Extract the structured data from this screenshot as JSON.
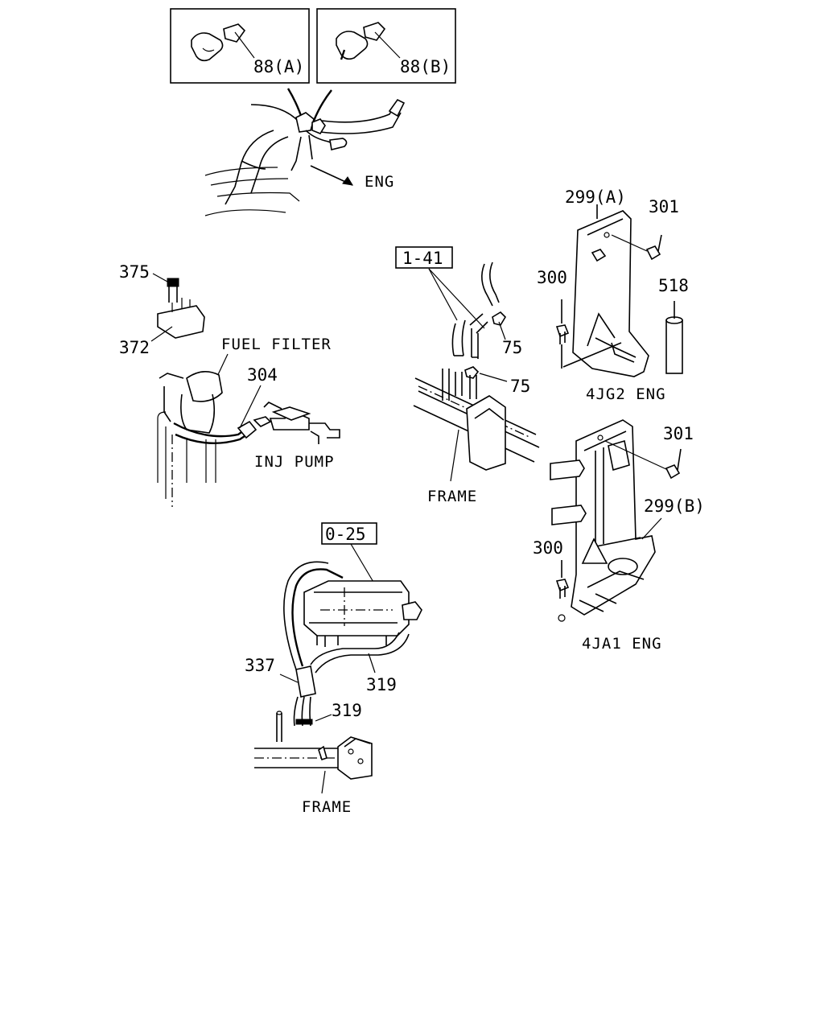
{
  "labels": {
    "l88a": "88(A)",
    "l88b": "88(B)",
    "eng": "ENG",
    "l299a": "299(A)",
    "l301a": "301",
    "l300a": "300",
    "l518": "518",
    "l141": "1-41",
    "l75a": "75",
    "l75b": "75",
    "l375": "375",
    "l372": "372",
    "fuelfilter": "FUEL FILTER",
    "l304": "304",
    "injpump": "INJ PUMP",
    "frame1": "FRAME",
    "eng4jg2": "4JG2 ENG",
    "l301b": "301",
    "l299b": "299(B)",
    "l300b": "300",
    "eng4ja1": "4JA1 ENG",
    "l025": "0-25",
    "l337": "337",
    "l319a": "319",
    "l319b": "319",
    "frame2": "FRAME"
  }
}
